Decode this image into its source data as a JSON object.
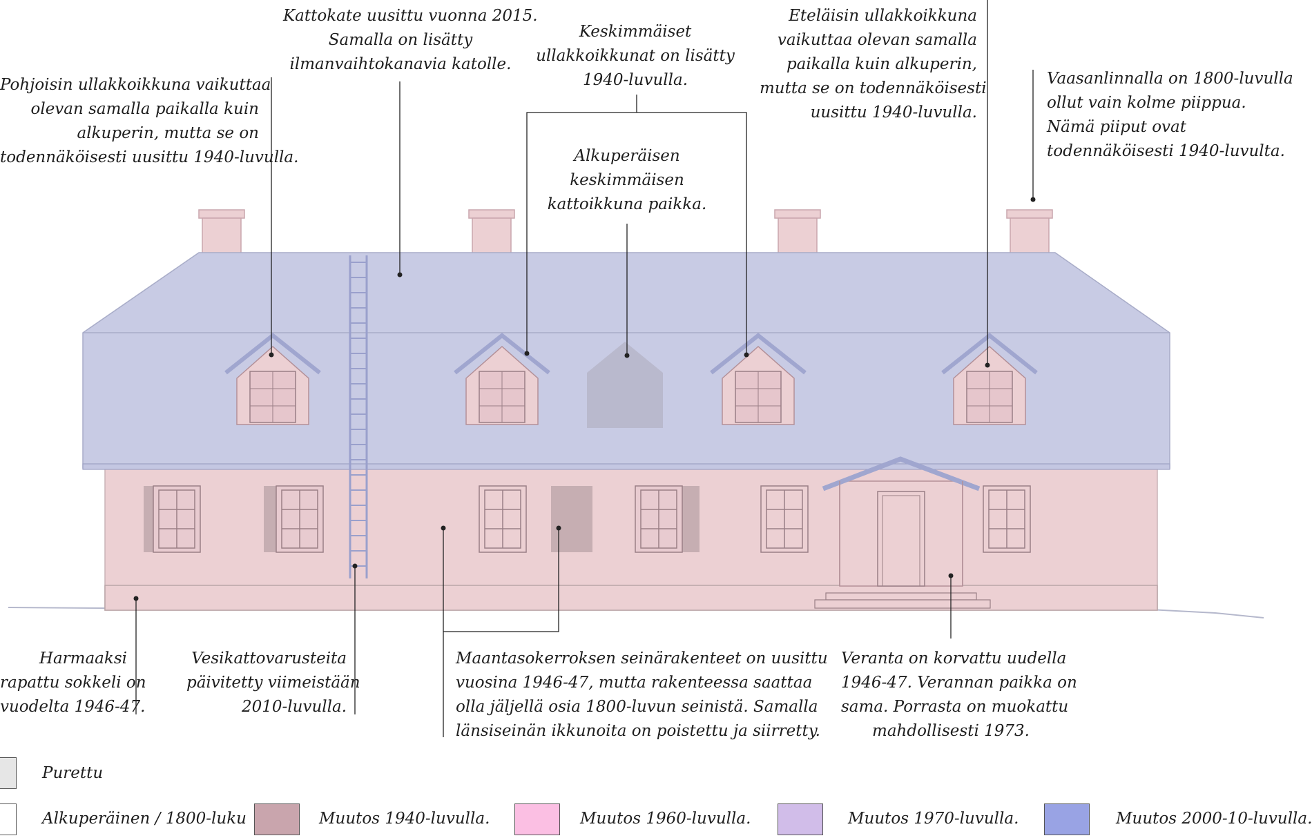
{
  "annotations": {
    "roof_material": "Kattokate uusittu vuonna 2015.\nSamalla on lisätty\nilmanvaihtokanavia katolle.",
    "middle_dormers": "Keskimmäiset\nullakkoikkunat on lisätty\n1940-luvulla.",
    "south_dormer": "Eteläisin ullakkoikkuna\nvaikuttaa olevan samalla\npaikalla kuin alkuperin,\nmutta se on todennäköisesti\nuusittu 1940-luvulla.",
    "chimneys": "Vaasanlinnalla on 1800-luvulla\nollut vain kolme piippua.\nNämä piiput ovat\ntodennäköisesti 1940-luvulta.",
    "north_dormer": "Pohjoisin ullakkoikkuna vaikuttaa\nolevan samalla paikalla kuin\nalkuperin, mutta se on\ntodennäköisesti uusittu 1940-luvulla.",
    "original_roof_window": "Alkuperäisen\nkeskimmäisen\nkattoikkuna paikka.",
    "plinth": "Harmaaksi\nrapattu sokkeli on\nvuodelta 1946-47.",
    "roof_water": "Vesikattovarusteita\npäivitetty viimeistään\n2010-luvulla.",
    "ground_walls": "Maantasokerroksen seinärakenteet on uusittu\nvuosina 1946-47, mutta rakenteessa saattaa\nolla jäljellä osia 1800-luvun seinistä. Samalla\nlänsiseinän ikkunoita on poistettu ja siirretty.",
    "veranda": "Veranta on korvattu uudella\n1946-47. Verannan paikka on\nsama. Porrasta on muokattu\nmahdollisesti 1973."
  },
  "legend": [
    {
      "label": "Purettu",
      "color": "#e6e6e6"
    },
    {
      "label": "Alkuperäinen / 1800-luku",
      "color": "#ffffff"
    },
    {
      "label": "Muutos 1940-luvulla.",
      "color": "#c9a5ad"
    },
    {
      "label": "Muutos 1960-luvulla.",
      "color": "#fbbfe3"
    },
    {
      "label": "Muutos   1970-luvulla.",
      "color": "#d1bde9"
    },
    {
      "label": "Muutos 2000-10-luvulla.",
      "color": "#99a3e4"
    }
  ],
  "colors": {
    "roof": "#c8cbe4",
    "wall": "#ecd0d3",
    "chimney": "#ecd0d3",
    "removed_window": "#c6aeb2",
    "original_roof_window": "#b9b9cd",
    "outline": "#9a7f86",
    "leader_line": "#222222"
  }
}
